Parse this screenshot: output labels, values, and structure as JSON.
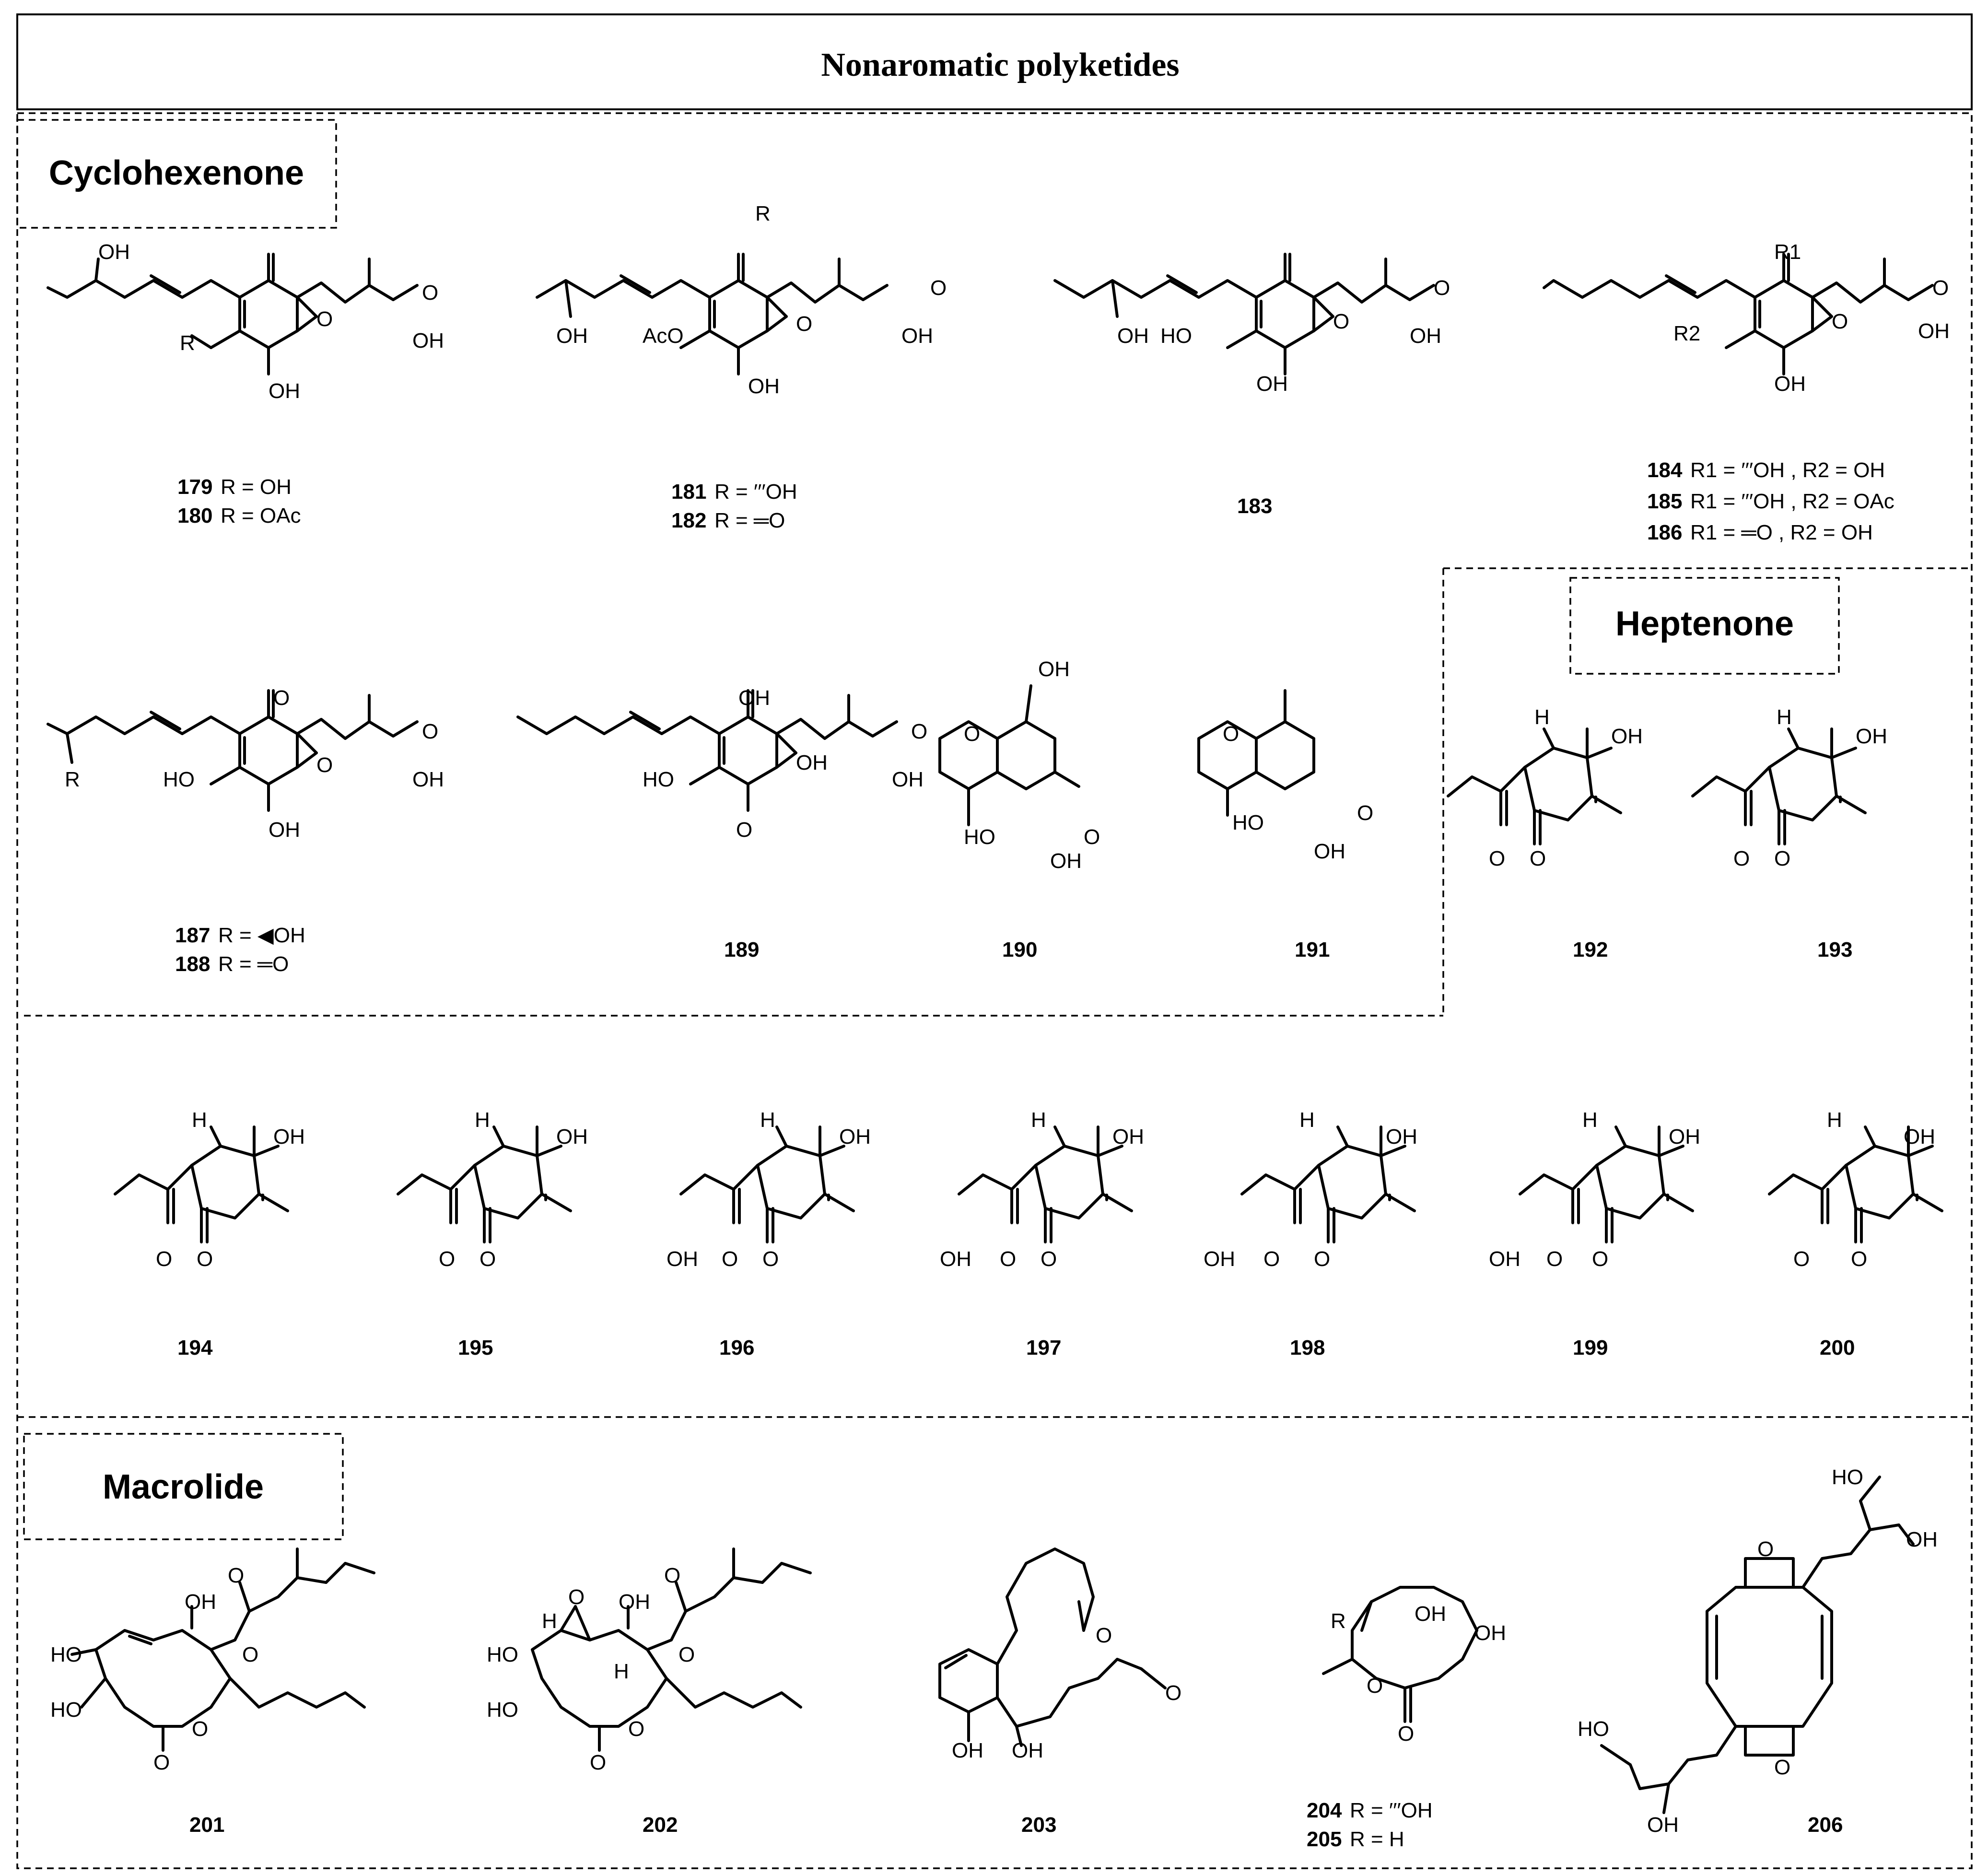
{
  "title": "Nonaromatic polyketides",
  "sections": {
    "cyclohexenone": "Cyclohexenone",
    "heptenone": "Heptenone",
    "macrolide": "Macrolide"
  },
  "compounds": [
    {
      "id": "179",
      "legend": "R = OH"
    },
    {
      "id": "180",
      "legend": "R = OAc"
    },
    {
      "id": "181",
      "legend": "R = ′′′OH"
    },
    {
      "id": "182",
      "legend": "R = ═O"
    },
    {
      "id": "183",
      "legend": ""
    },
    {
      "id": "184",
      "legend": "R1 = ′′′OH , R2 = OH"
    },
    {
      "id": "185",
      "legend": "R1 = ′′′OH , R2 = OAc"
    },
    {
      "id": "186",
      "legend": "R1 = ═O , R2 = OH"
    },
    {
      "id": "187",
      "legend": "R = ◀OH"
    },
    {
      "id": "188",
      "legend": "R = ═O"
    },
    {
      "id": "189",
      "legend": ""
    },
    {
      "id": "190",
      "legend": ""
    },
    {
      "id": "191",
      "legend": ""
    },
    {
      "id": "192",
      "legend": ""
    },
    {
      "id": "193",
      "legend": ""
    },
    {
      "id": "194",
      "legend": ""
    },
    {
      "id": "195",
      "legend": ""
    },
    {
      "id": "196",
      "legend": ""
    },
    {
      "id": "197",
      "legend": ""
    },
    {
      "id": "198",
      "legend": ""
    },
    {
      "id": "199",
      "legend": ""
    },
    {
      "id": "200",
      "legend": ""
    },
    {
      "id": "201",
      "legend": ""
    },
    {
      "id": "202",
      "legend": ""
    },
    {
      "id": "203",
      "legend": ""
    },
    {
      "id": "204",
      "legend": "R = ′′′OH"
    },
    {
      "id": "205",
      "legend": "R = H"
    },
    {
      "id": "206",
      "legend": ""
    }
  ],
  "atoms": {
    "OH": "OH",
    "O": "O",
    "R": "R",
    "R1": "R1",
    "R2": "R2",
    "H": "H",
    "HO": "HO",
    "AcO": "AcO"
  }
}
